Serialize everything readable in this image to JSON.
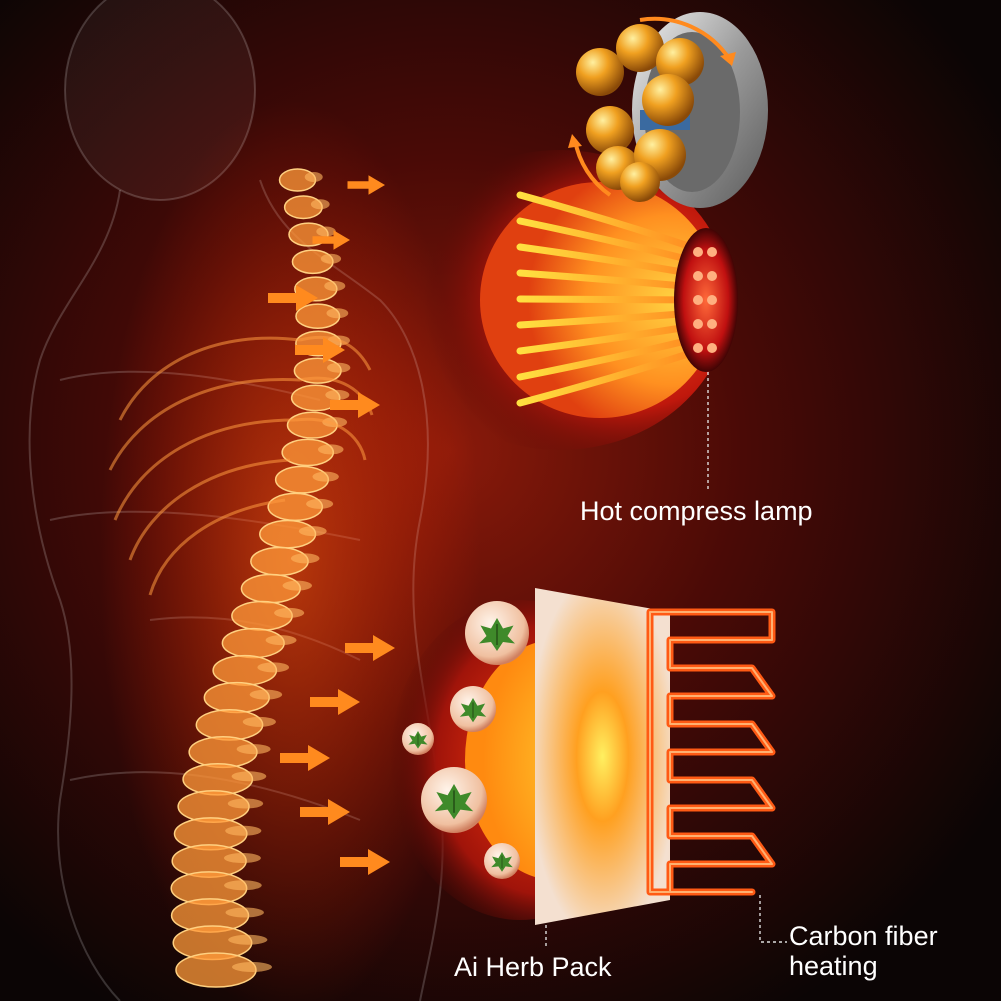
{
  "labels": {
    "hot_compress_lamp": "Hot compress lamp",
    "herb_pack": "Ai Herb Pack",
    "carbon_fiber": [
      "Carbon fiber",
      "heating"
    ]
  },
  "colors": {
    "background": "#0b0505",
    "glow_red": "#c0180c",
    "glow_orange": "#ff7a10",
    "arrow_orange": "#ff8a1e",
    "heating_element": "#ff5a14",
    "herb_green": "#3f8a2a",
    "massage_ball": "#f0a020",
    "text": "#ffffff"
  },
  "icons": [
    "spine-skeleton",
    "massage-head-icon",
    "hot-compress-lamp-icon",
    "herb-icon",
    "carbon-fiber-heating-icon",
    "heat-arrow-icon"
  ]
}
